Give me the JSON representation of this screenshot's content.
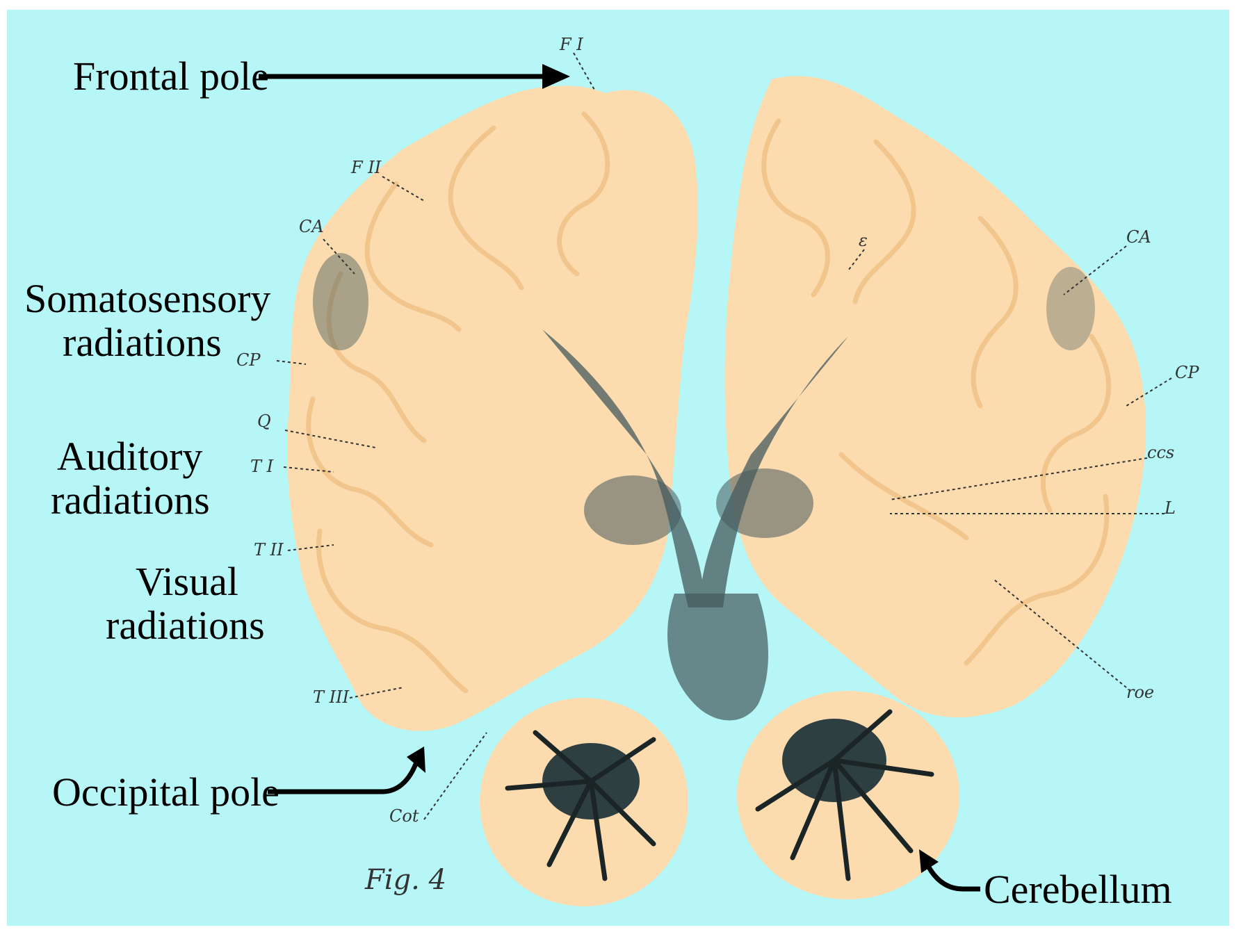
{
  "colors": {
    "background": "#b6f6f6",
    "tissue": "#fcdcae",
    "fiber": "#455a5c",
    "text": "#000000"
  },
  "annotations": {
    "frontal_pole": "Frontal pole",
    "somatosensory_1": "Somatosensory",
    "somatosensory_2": "radiations",
    "auditory_1": "Auditory",
    "auditory_2": "radiations",
    "visual_1": "Visual",
    "visual_2": "radiations",
    "occipital_pole": "Occipital pole",
    "cerebellum": "Cerebellum"
  },
  "plate_labels": {
    "f1": "F I",
    "f2": "F II",
    "ca_left": "CA",
    "ca_right": "CA",
    "cp_left": "CP",
    "cp_right": "CP",
    "q": "Q",
    "t1": "T I",
    "t2": "T II",
    "t3": "T III",
    "epsilon": "ε",
    "ccs": "ccs",
    "l": "L",
    "roe": "roe",
    "cot": "Cot",
    "figure": "Fig. 4"
  }
}
